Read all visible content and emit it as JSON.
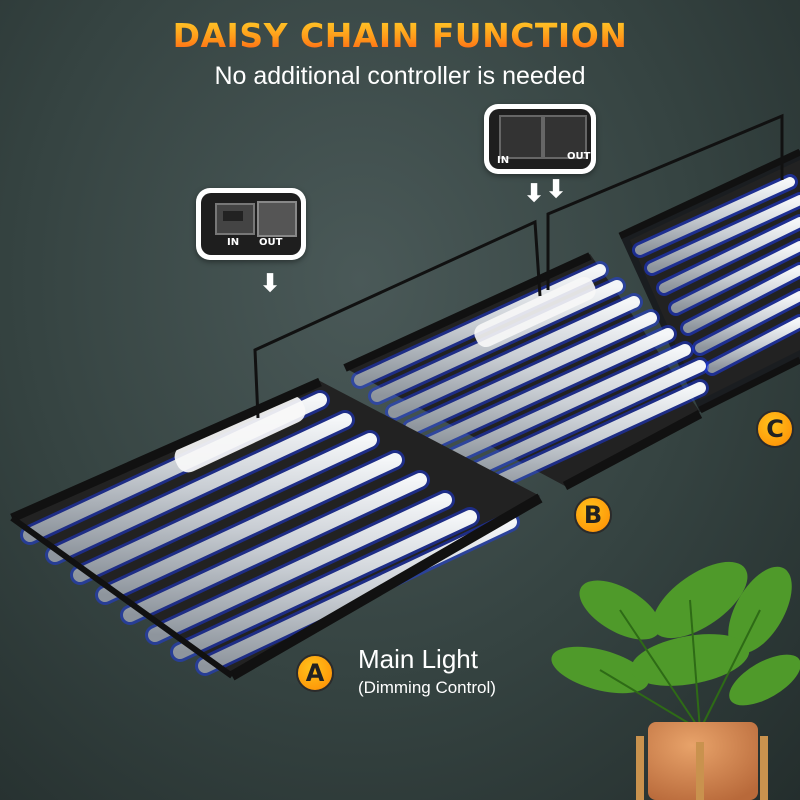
{
  "header": {
    "title": "DAISY CHAIN FUNCTION",
    "subtitle": "No additional controller is needed"
  },
  "ports": [
    {
      "in_label": "IN",
      "out_label": "OUT"
    },
    {
      "in_label": "IN",
      "out_label": "OUT"
    }
  ],
  "lights": [
    {
      "badge": "A",
      "label": "Main Light",
      "sublabel": "(Dimming Control)"
    },
    {
      "badge": "B"
    },
    {
      "badge": "C"
    }
  ],
  "colors": {
    "title_gradient_top": "#ffd22a",
    "title_gradient_bottom": "#ff5a14",
    "badge": "#ff9b0a",
    "led_glow": "#3a6bff",
    "background": "#354341"
  }
}
